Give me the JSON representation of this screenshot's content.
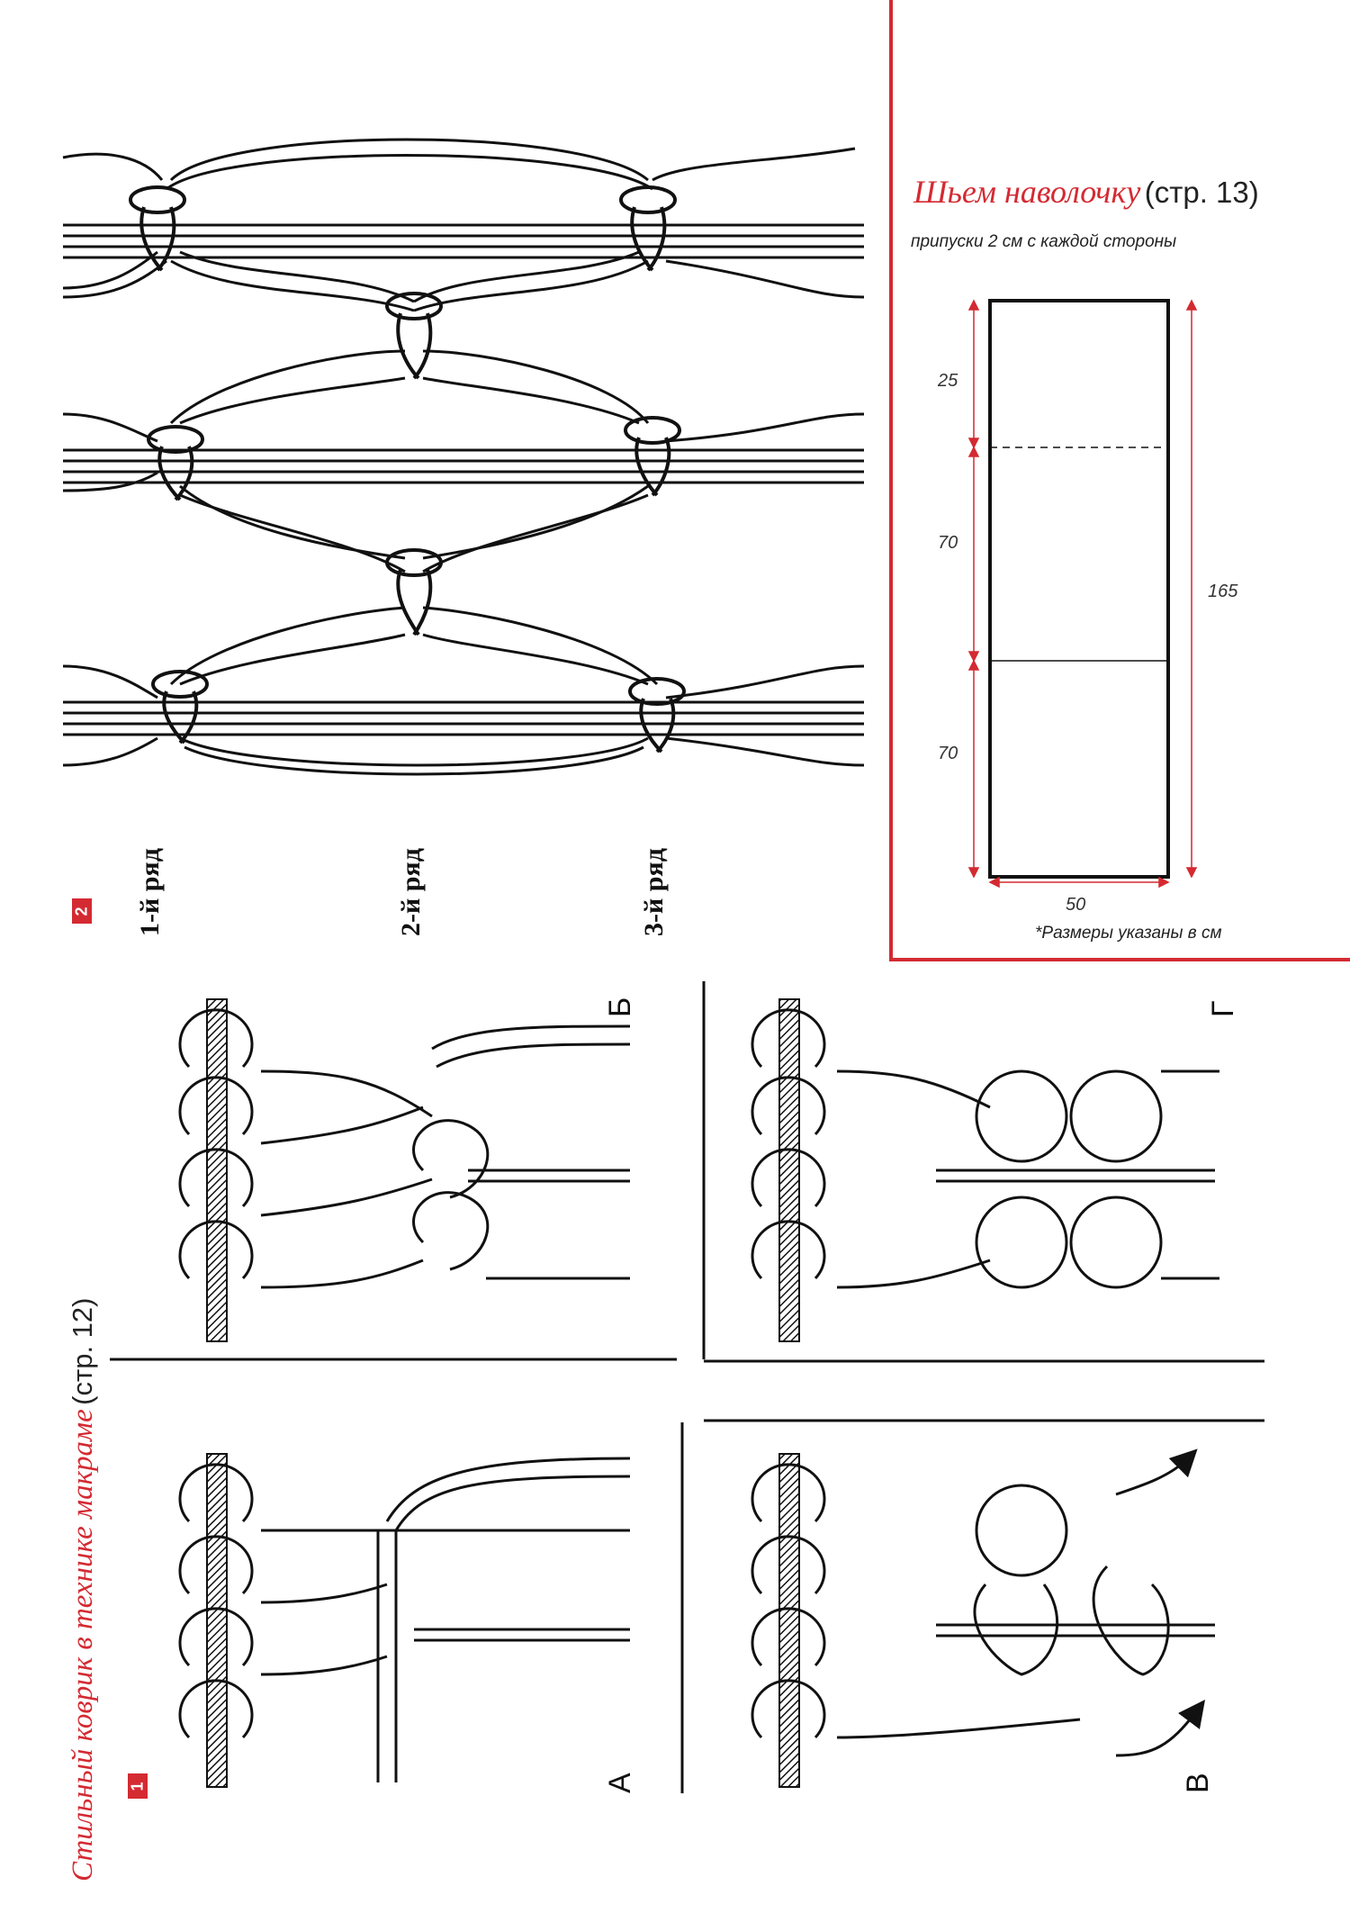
{
  "colors": {
    "accent": "#d42a32",
    "ink": "#111111"
  },
  "pillowcase": {
    "title": "Шьем наволочку",
    "page_ref": "(стр. 13)",
    "note": "припуски 2 см с каждой стороны",
    "dimensions": {
      "top": "25",
      "middle": "70",
      "bottom": "70",
      "total": "165",
      "width": "50"
    },
    "footnote": "*Размеры указаны в см"
  },
  "macrame": {
    "title": "Стильный коврик в технике макраме",
    "page_ref": "(стр. 12)",
    "figure_1_number": "1",
    "figure_2_number": "2",
    "row_labels": [
      "1-й ряд",
      "2-й ряд",
      "3-й ряд"
    ],
    "panel_letters": {
      "a": "А",
      "b": "Б",
      "v": "В",
      "g": "Г"
    }
  },
  "icons": [
    "arrow-icon"
  ]
}
